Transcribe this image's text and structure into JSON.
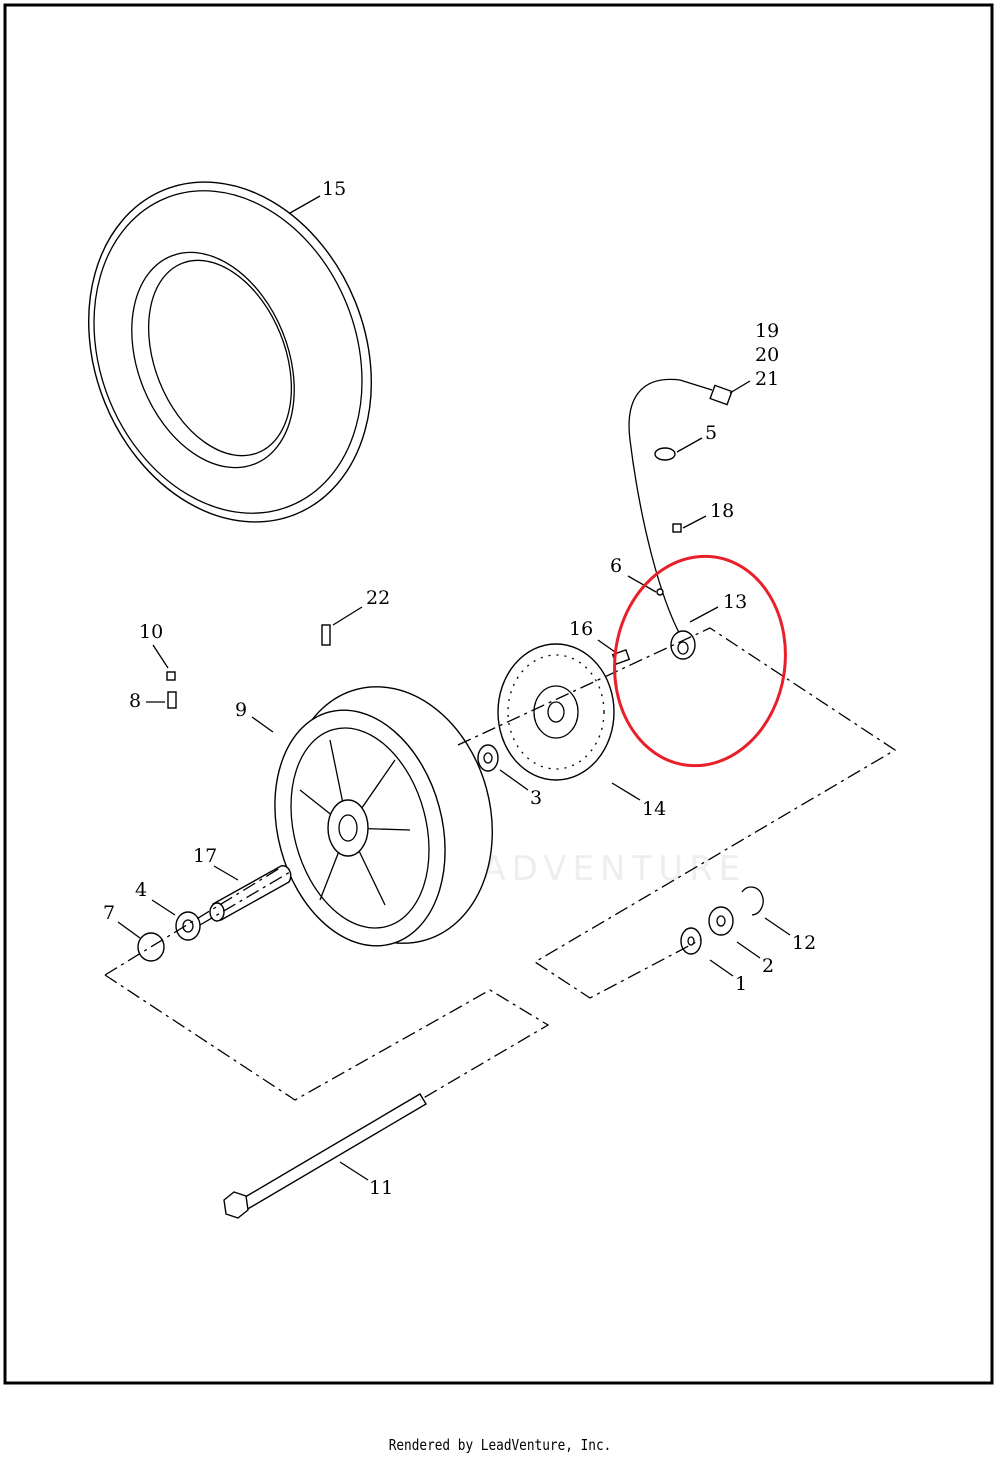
{
  "callouts": {
    "c1": "1",
    "c2": "2",
    "c3": "3",
    "c4": "4",
    "c5": "5",
    "c6": "6",
    "c7": "7",
    "c8": "8",
    "c9": "9",
    "c10": "10",
    "c11": "11",
    "c12": "12",
    "c13": "13",
    "c14": "14",
    "c15": "15",
    "c16": "16",
    "c17": "17",
    "c18": "18",
    "c19": "19",
    "c20": "20",
    "c21": "21",
    "c22": "22"
  },
  "highlight": {
    "part": "13",
    "color": "#e8202a"
  },
  "watermark": "LEADVENTURE",
  "footer": "Rendered by LeadVenture, Inc."
}
